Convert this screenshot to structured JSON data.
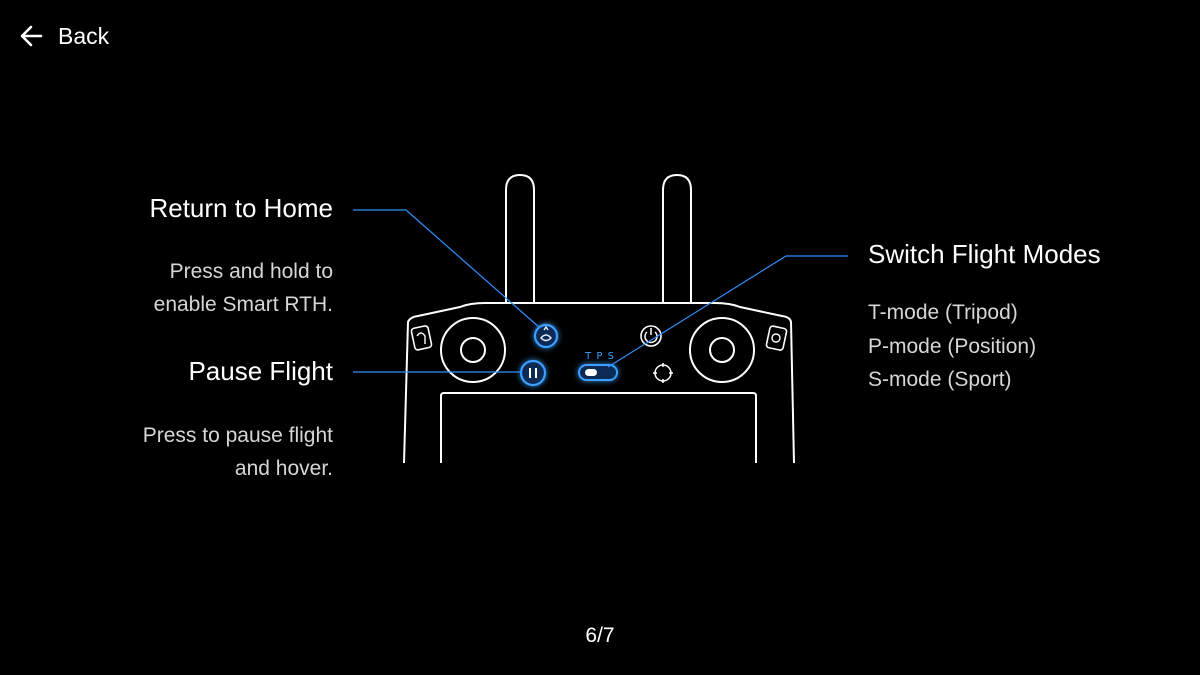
{
  "nav": {
    "back_label": "Back",
    "back_icon": "arrow-left-icon"
  },
  "callouts": {
    "return_to_home": {
      "title": "Return to Home",
      "description": [
        "Press and hold to",
        "enable Smart RTH."
      ]
    },
    "pause_flight": {
      "title": "Pause Flight",
      "description": [
        "Press to pause flight",
        "and hover."
      ]
    },
    "switch_flight_modes": {
      "title": "Switch Flight Modes",
      "modes": [
        "T-mode (Tripod)",
        "P-mode (Position)",
        "S-mode (Sport)"
      ]
    }
  },
  "controller": {
    "mode_switch_label": "T P S"
  },
  "pager": {
    "text": "6/7"
  },
  "colors": {
    "background": "#000000",
    "accent": "#2f8fff",
    "outline": "#ffffff"
  }
}
